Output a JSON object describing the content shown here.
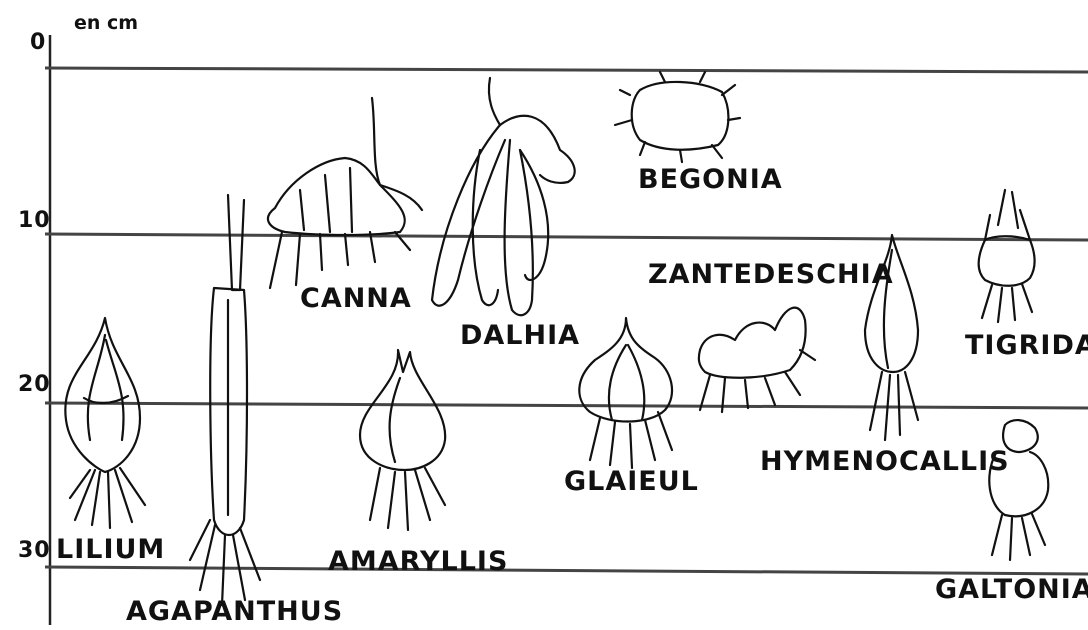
{
  "scale": {
    "unit": "en cm",
    "ticks": [
      "0",
      "10",
      "20",
      "30"
    ]
  },
  "plants": [
    {
      "key": "lilium",
      "label": "LILIUM",
      "icon": "bulb-icon"
    },
    {
      "key": "agapanthus",
      "label": "AGAPANTHUS",
      "icon": "rhizome-icon"
    },
    {
      "key": "canna",
      "label": "CANNA",
      "icon": "rhizome-icon"
    },
    {
      "key": "amaryllis",
      "label": "AMARYLLIS",
      "icon": "bulb-icon"
    },
    {
      "key": "dalhia",
      "label": "DALHIA",
      "icon": "tuber-icon"
    },
    {
      "key": "begonia",
      "label": "BEGONIA",
      "icon": "tuber-icon"
    },
    {
      "key": "glaieul",
      "label": "GLAIEUL",
      "icon": "corm-icon"
    },
    {
      "key": "zantedeschia",
      "label": "ZANTEDESCHIA",
      "icon": "rhizome-icon"
    },
    {
      "key": "hymenocallis",
      "label": "HYMENOCALLIS",
      "icon": "bulb-icon"
    },
    {
      "key": "tigrida",
      "label": "TIGRIDA",
      "icon": "bulb-icon"
    },
    {
      "key": "galtonia",
      "label": "GALTONIA",
      "icon": "bulb-icon"
    }
  ]
}
